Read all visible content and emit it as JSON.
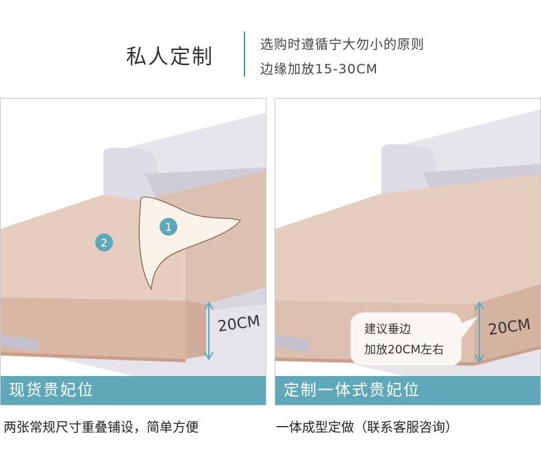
{
  "header": {
    "title": "私人定制",
    "rule_line_1": "选购时遵循宁大勿小的原则",
    "rule_line_2": "边缘加放15-30CM"
  },
  "left_panel": {
    "badge_1": "1",
    "badge_2": "2",
    "height_label": "20CM",
    "banner": "现货贵妃位",
    "caption": "两张常规尺寸重叠铺设，简单方便"
  },
  "right_panel": {
    "height_label": "20CM",
    "bubble_line_1": "建议垂边",
    "bubble_line_2": "加放20CM左右",
    "banner": "定制一体式贵妃位",
    "caption": "一体成型定做（联系客服咨询）"
  },
  "colors": {
    "accent": "#5ea8b9",
    "divider": "#4a97a8",
    "cushion_cover": "#e5cdc0",
    "cushion_side": "#d7b9a8",
    "sofa_frame": "#e0dde6",
    "inner_liner": "#fbf3ea"
  }
}
